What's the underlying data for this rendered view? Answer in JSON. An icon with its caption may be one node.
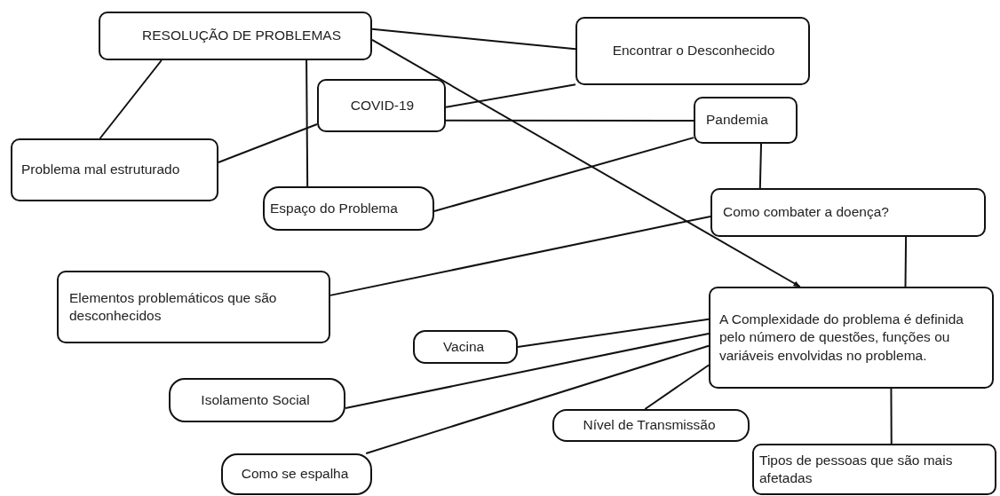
{
  "diagram": {
    "nodes": [
      {
        "text": [
          "RESOLUÇÃO DE PROBLEMAS"
        ]
      },
      {
        "text": [
          "Encontrar o Desconhecido"
        ]
      },
      {
        "text": [
          "COVID-19"
        ]
      },
      {
        "text": [
          "Pandemia"
        ]
      },
      {
        "text": [
          "Problema mal estruturado"
        ]
      },
      {
        "text": [
          "Espaço do Problema"
        ]
      },
      {
        "text": [
          "Como combater a doença?"
        ]
      },
      {
        "text": [
          "Elementos problemáticos que são desconhecidos"
        ]
      },
      {
        "text": [
          "A Complexidade do problema é definida pelo número de questões, funções ou variáveis envolvidas no problema."
        ]
      },
      {
        "text": [
          "Vacina"
        ]
      },
      {
        "text": [
          "Isolamento Social"
        ]
      },
      {
        "text": [
          "Nível de Transmissão"
        ]
      },
      {
        "text": [
          "Como se espalha"
        ]
      },
      {
        "text": [
          "Tipos de pessoas que são mais afetadas"
        ]
      }
    ],
    "edges": [
      {
        "from": 0,
        "to": 1,
        "arrow": "none"
      },
      {
        "from": 0,
        "to": 8,
        "arrow": "to"
      },
      {
        "from": 0,
        "to": 4,
        "arrow": "none"
      },
      {
        "from": 0,
        "to": 5,
        "arrow": "none"
      },
      {
        "from": 2,
        "to": 1,
        "arrow": "none"
      },
      {
        "from": 2,
        "to": 3,
        "arrow": "none"
      },
      {
        "from": 2,
        "to": 4,
        "arrow": "none"
      },
      {
        "from": 3,
        "to": 5,
        "arrow": "none"
      },
      {
        "from": 3,
        "to": 6,
        "arrow": "none"
      },
      {
        "from": 6,
        "to": 7,
        "arrow": "none"
      },
      {
        "from": 6,
        "to": 8,
        "arrow": "none"
      },
      {
        "from": 8,
        "to": 9,
        "arrow": "none"
      },
      {
        "from": 8,
        "to": 10,
        "arrow": "none"
      },
      {
        "from": 8,
        "to": 12,
        "arrow": "none"
      },
      {
        "from": 8,
        "to": 11,
        "arrow": "none"
      },
      {
        "from": 8,
        "to": 13,
        "arrow": "none"
      }
    ]
  }
}
